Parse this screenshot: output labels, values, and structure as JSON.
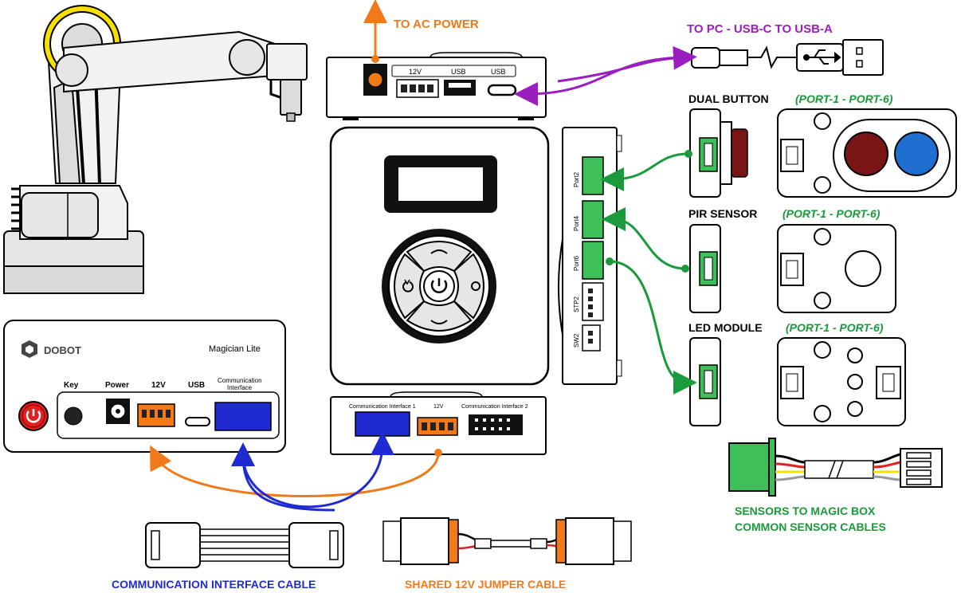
{
  "labels": {
    "to_ac_power": "TO AC POWER",
    "to_pc": "TO PC - USB-C TO USB-A",
    "comm_cable": "COMMUNICATION INTERFACE CABLE",
    "jumper_cable": "SHARED 12V JUMPER CABLE",
    "sensor_cables_line1": "SENSORS TO MAGIC BOX",
    "sensor_cables_line2": "COMMON SENSOR CABLES"
  },
  "modules": {
    "dual_button": {
      "name": "DUAL BUTTON",
      "ports": "(PORT-1 - PORT-6)"
    },
    "pir_sensor": {
      "name": "PIR SENSOR",
      "ports": "(PORT-1 - PORT-6)"
    },
    "led_module": {
      "name": "LED MODULE",
      "ports": "(PORT-1 - PORT-6)"
    }
  },
  "power_box": {
    "brand": "DOBOT",
    "model": "Magician Lite",
    "key_label": "Key",
    "power_label": "Power",
    "v12_label": "12V",
    "usb_label": "USB",
    "comm_label_1": "Communication",
    "comm_label_2": "Interface"
  },
  "magicbox_top": {
    "v12_label": "12V",
    "usb_label_1": "USB",
    "usb_label_2": "USB"
  },
  "magicbox_bottom": {
    "comm1_label": "Communication Interface 1",
    "v12_label": "12V",
    "comm2_label": "Communication Interface 2"
  },
  "magicbox_side": {
    "port2": "Port2",
    "port4": "Port4",
    "port6": "Port6",
    "stp2": "STP2",
    "sw2": "SW2"
  },
  "colors": {
    "power_orange": "#f07a1a",
    "usb_purple": "#9b1fbf",
    "comm_blue": "#1f2bd1",
    "sensor_green": "#1a9a3a",
    "label_green": "#1a9a3a",
    "port_green": "#3fbf5a",
    "button_red": "#7a1515",
    "button_blue": "#1f6fd1"
  }
}
